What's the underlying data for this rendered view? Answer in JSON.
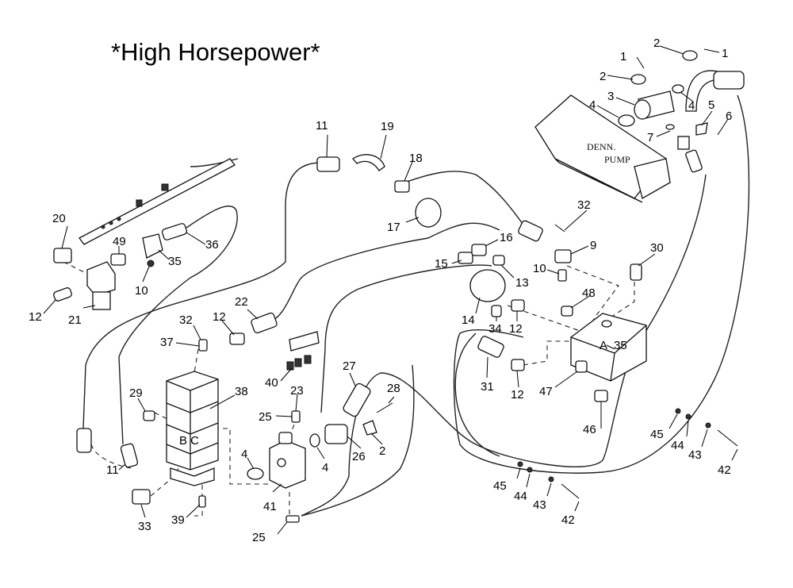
{
  "title": "*High Horsepower*",
  "pump_label_line1": "DENN.",
  "pump_label_line2": "PUMP",
  "port_label_a": "A",
  "port_label_bc": "B C",
  "callouts": [
    {
      "id": "c1a",
      "text": "1"
    },
    {
      "id": "c1b",
      "text": "1"
    },
    {
      "id": "c2a",
      "text": "2"
    },
    {
      "id": "c2b",
      "text": "2"
    },
    {
      "id": "c2c",
      "text": "2"
    },
    {
      "id": "c3",
      "text": "3"
    },
    {
      "id": "c4a",
      "text": "4"
    },
    {
      "id": "c4b",
      "text": "4"
    },
    {
      "id": "c4c",
      "text": "4"
    },
    {
      "id": "c4d",
      "text": "4"
    },
    {
      "id": "c5",
      "text": "5"
    },
    {
      "id": "c6",
      "text": "6"
    },
    {
      "id": "c7",
      "text": "7"
    },
    {
      "id": "c9",
      "text": "9"
    },
    {
      "id": "c10a",
      "text": "10"
    },
    {
      "id": "c10b",
      "text": "10"
    },
    {
      "id": "c11a",
      "text": "11"
    },
    {
      "id": "c11b",
      "text": "11"
    },
    {
      "id": "c12a",
      "text": "12"
    },
    {
      "id": "c12b",
      "text": "12"
    },
    {
      "id": "c12c",
      "text": "12"
    },
    {
      "id": "c12d",
      "text": "12"
    },
    {
      "id": "c13",
      "text": "13"
    },
    {
      "id": "c14",
      "text": "14"
    },
    {
      "id": "c15",
      "text": "15"
    },
    {
      "id": "c16",
      "text": "16"
    },
    {
      "id": "c17",
      "text": "17"
    },
    {
      "id": "c18",
      "text": "18"
    },
    {
      "id": "c19",
      "text": "19"
    },
    {
      "id": "c20",
      "text": "20"
    },
    {
      "id": "c21",
      "text": "21"
    },
    {
      "id": "c22",
      "text": "22"
    },
    {
      "id": "c23",
      "text": "23"
    },
    {
      "id": "c25a",
      "text": "25"
    },
    {
      "id": "c25b",
      "text": "25"
    },
    {
      "id": "c26",
      "text": "26"
    },
    {
      "id": "c27",
      "text": "27"
    },
    {
      "id": "c28",
      "text": "28"
    },
    {
      "id": "c29",
      "text": "29"
    },
    {
      "id": "c30",
      "text": "30"
    },
    {
      "id": "c31",
      "text": "31"
    },
    {
      "id": "c32a",
      "text": "32"
    },
    {
      "id": "c32b",
      "text": "32"
    },
    {
      "id": "c33",
      "text": "33"
    },
    {
      "id": "c34",
      "text": "34"
    },
    {
      "id": "c35a",
      "text": "35"
    },
    {
      "id": "c35b",
      "text": "35"
    },
    {
      "id": "c36",
      "text": "36"
    },
    {
      "id": "c37",
      "text": "37"
    },
    {
      "id": "c38",
      "text": "38"
    },
    {
      "id": "c39",
      "text": "39"
    },
    {
      "id": "c40",
      "text": "40"
    },
    {
      "id": "c41",
      "text": "41"
    },
    {
      "id": "c42a",
      "text": "42"
    },
    {
      "id": "c42b",
      "text": "42"
    },
    {
      "id": "c43a",
      "text": "43"
    },
    {
      "id": "c43b",
      "text": "43"
    },
    {
      "id": "c44a",
      "text": "44"
    },
    {
      "id": "c44b",
      "text": "44"
    },
    {
      "id": "c45a",
      "text": "45"
    },
    {
      "id": "c45b",
      "text": "45"
    },
    {
      "id": "c46",
      "text": "46"
    },
    {
      "id": "c47",
      "text": "47"
    },
    {
      "id": "c48",
      "text": "48"
    },
    {
      "id": "c49",
      "text": "49"
    }
  ]
}
